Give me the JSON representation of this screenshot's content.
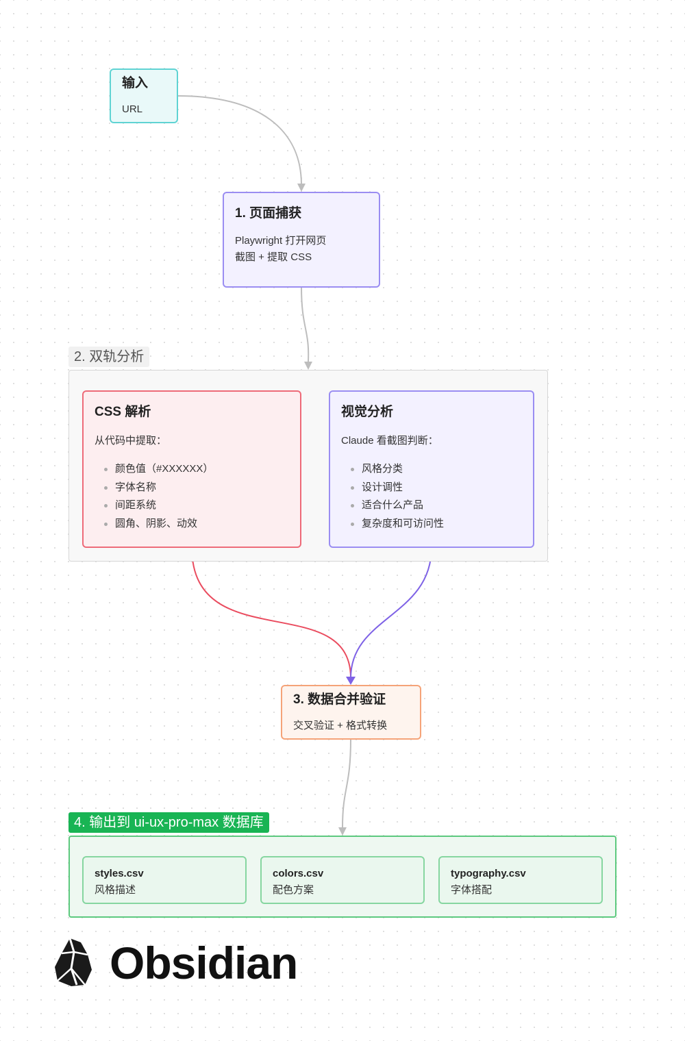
{
  "input": {
    "title": "输入",
    "text": "URL"
  },
  "capture": {
    "title": "1. 页面捕获",
    "lines": [
      "Playwright 打开网页",
      "截图 + 提取 CSS"
    ]
  },
  "analysis": {
    "label": "2. 双轨分析",
    "css": {
      "title": "CSS 解析",
      "intro": "从代码中提取：",
      "items": [
        "颜色值（#XXXXXX）",
        "字体名称",
        "间距系统",
        "圆角、阴影、动效"
      ]
    },
    "visual": {
      "title": "视觉分析",
      "intro": "Claude 看截图判断：",
      "items": [
        "风格分类",
        "设计调性",
        "适合什么产品",
        "复杂度和可访问性"
      ]
    }
  },
  "merge": {
    "title": "3. 数据合并验证",
    "text": "交叉验证 + 格式转换"
  },
  "output": {
    "label": "4. 输出到 ui-ux-pro-max 数据库",
    "files": [
      {
        "name": "styles.csv",
        "desc": "风格描述"
      },
      {
        "name": "colors.csv",
        "desc": "配色方案"
      },
      {
        "name": "typography.csv",
        "desc": "字体搭配"
      }
    ]
  },
  "brand": {
    "name": "Obsidian",
    "icon": "obsidian-logo-icon"
  },
  "colors": {
    "input_border": "#5fd3d3",
    "input_fill": "#e9f9f9",
    "purple_border": "#9a8df2",
    "purple_fill": "#f3f1ff",
    "red_border": "#ee6a78",
    "red_fill": "#fdeef0",
    "orange_border": "#f5a378",
    "orange_fill": "#fef4ee",
    "green_border": "#5cc97e",
    "green_fill": "#eef8f1",
    "green_label": "#19b454",
    "edge_gray": "#bdbdbd",
    "edge_red": "#ea4c5f",
    "edge_purple": "#7e62e6"
  }
}
